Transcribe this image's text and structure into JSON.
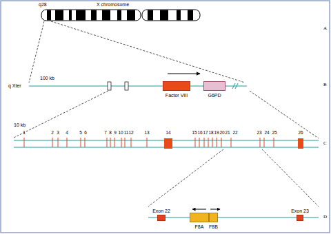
{
  "diagram": {
    "nodes": [
      {
        "text": [
          "Factor VIII"
        ]
      },
      {
        "text": [
          "G6PD"
        ]
      },
      {
        "text": [
          "Exon 22"
        ]
      },
      {
        "text": [
          "F8A"
        ]
      },
      {
        "text": [
          "F8B"
        ]
      },
      {
        "text": [
          "Exon 23"
        ]
      }
    ],
    "labels": [
      "X chromosome",
      "q28",
      "A",
      "q Xter",
      "100 kb",
      "B",
      "10 kb",
      "1",
      "2",
      "3",
      "4",
      "5",
      "6",
      "7",
      "8",
      "9",
      "10",
      "11",
      "12",
      "13",
      "14",
      "15",
      "16",
      "17",
      "18",
      "19",
      "20",
      "21",
      "22",
      "23",
      "24",
      "25",
      "26",
      "C",
      "D"
    ]
  }
}
